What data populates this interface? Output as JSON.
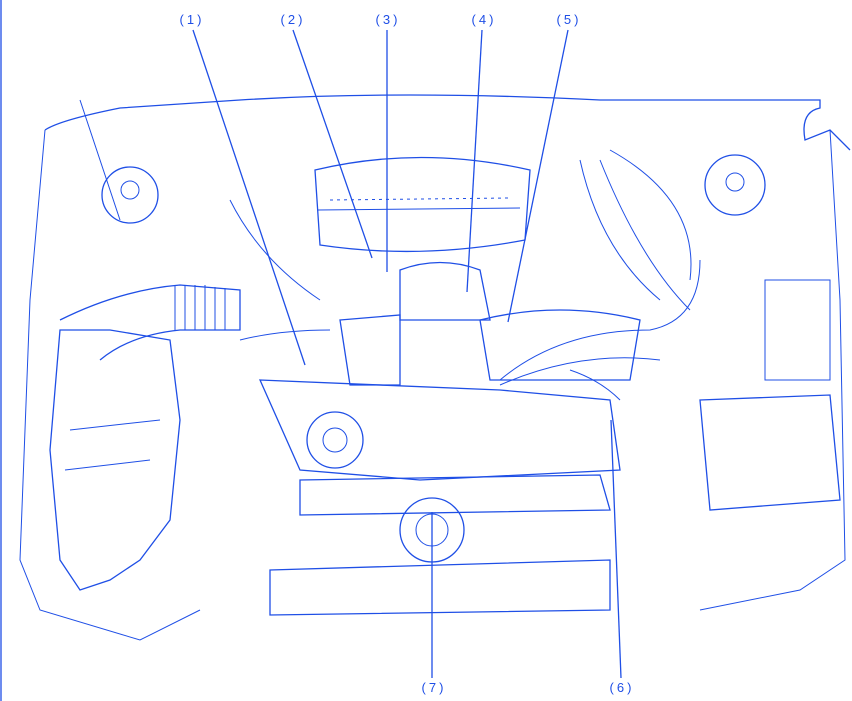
{
  "diagram": {
    "type": "engine-compartment-callout",
    "line_color": "#1f4fe6",
    "callouts": [
      {
        "id": "1",
        "label": "(1)"
      },
      {
        "id": "2",
        "label": "(2)"
      },
      {
        "id": "3",
        "label": "(3)"
      },
      {
        "id": "4",
        "label": "(4)"
      },
      {
        "id": "5",
        "label": "(5)"
      },
      {
        "id": "6",
        "label": "(6)"
      },
      {
        "id": "7",
        "label": "(7)"
      }
    ]
  }
}
